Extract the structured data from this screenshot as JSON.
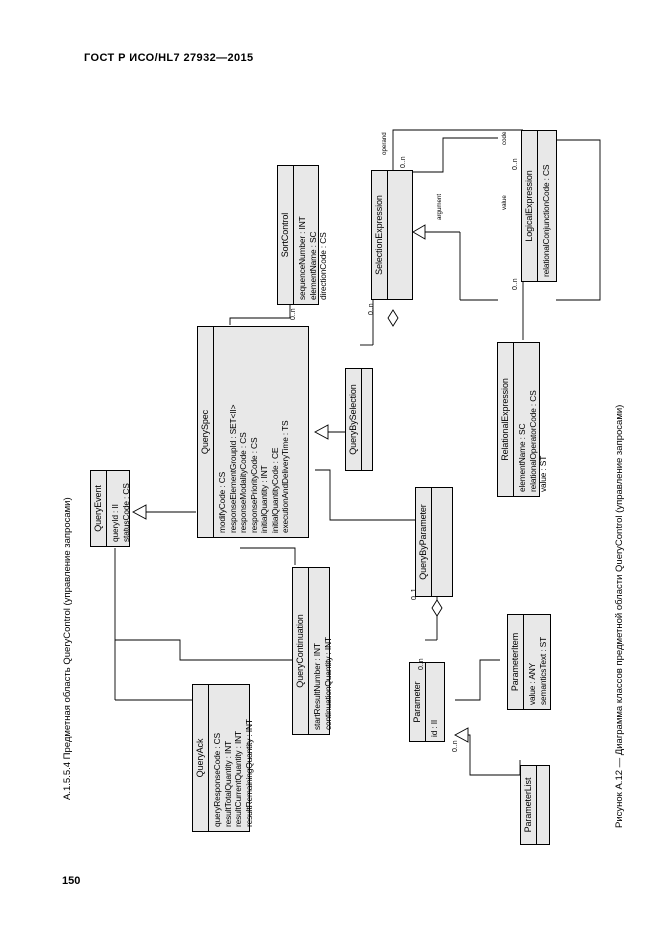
{
  "document": {
    "header": "ГОСТ Р ИСО/HL7 27932—2015",
    "page_number": "150",
    "section_label": "А.1.5.5.4 Предметная область QueryControl (управление запросами)",
    "figure_caption": "Рисунок А.12 — Диаграмма классов предметной области QueryControl (управление запросами)"
  },
  "diagram": {
    "type": "uml-class-diagram",
    "classes": [
      {
        "id": "sortControl",
        "name": "SortControl",
        "attributes": [
          "sequenceNumber : INT",
          "elementName : SC",
          "directionCode : CS"
        ]
      },
      {
        "id": "selectionExpression",
        "name": "SelectionExpression",
        "attributes": []
      },
      {
        "id": "logicalExpression",
        "name": "LogicalExpression",
        "attributes": [
          "relationalConjunctionCode : CS"
        ]
      },
      {
        "id": "relationalExpression",
        "name": "RelationalExpression",
        "attributes": [
          "elementName : SC",
          "relationalOperatorCode : CS",
          "value : ST"
        ]
      },
      {
        "id": "querySpec",
        "name": "QuerySpec",
        "attributes": [
          "modifyCode : CS",
          "responseElementGroupId : SET<II>",
          "responseModalityCode : CS",
          "responsePriorityCode : CS",
          "initialQuantity : INT",
          "initialQuantityCode : CE",
          "executionAndDeliveryTime : TS"
        ]
      },
      {
        "id": "queryEvent",
        "name": "QueryEvent",
        "attributes": [
          "queryId : II",
          "statusCode : CS"
        ]
      },
      {
        "id": "queryBySelection",
        "name": "QueryBySelection",
        "attributes": []
      },
      {
        "id": "queryByParameter",
        "name": "QueryByParameter",
        "attributes": []
      },
      {
        "id": "queryContinuation",
        "name": "QueryContinuation",
        "attributes": [
          "startResultNumber : INT",
          "continuationQuantity : INT"
        ]
      },
      {
        "id": "queryAck",
        "name": "QueryAck",
        "attributes": [
          "queryResponseCode : CS",
          "resultTotalQuantity : INT",
          "resultCurrentQuantity : INT",
          "resultRemainingQuantity : INT"
        ]
      },
      {
        "id": "parameter",
        "name": "Parameter",
        "attributes": [
          "id : II"
        ]
      },
      {
        "id": "parameterItem",
        "name": "ParameterItem",
        "attributes": [
          "value : ANY",
          "semanticsText : ST"
        ]
      },
      {
        "id": "parameterList",
        "name": "ParameterList",
        "attributes": []
      }
    ],
    "multiplicities": [
      {
        "id": "m1",
        "text": "0..n"
      },
      {
        "id": "m2",
        "text": "0..n"
      },
      {
        "id": "m3",
        "text": "0..n"
      },
      {
        "id": "m4",
        "text": "0..n"
      },
      {
        "id": "m5",
        "text": "0..1"
      },
      {
        "id": "m6",
        "text": "0..n"
      },
      {
        "id": "m7",
        "text": "0..n"
      },
      {
        "id": "m8",
        "text": "0..n"
      }
    ],
    "role_labels": [
      {
        "id": "r1",
        "text": "operand"
      },
      {
        "id": "r2",
        "text": "argument"
      },
      {
        "id": "r3",
        "text": "code"
      },
      {
        "id": "r4",
        "text": "value"
      }
    ]
  }
}
